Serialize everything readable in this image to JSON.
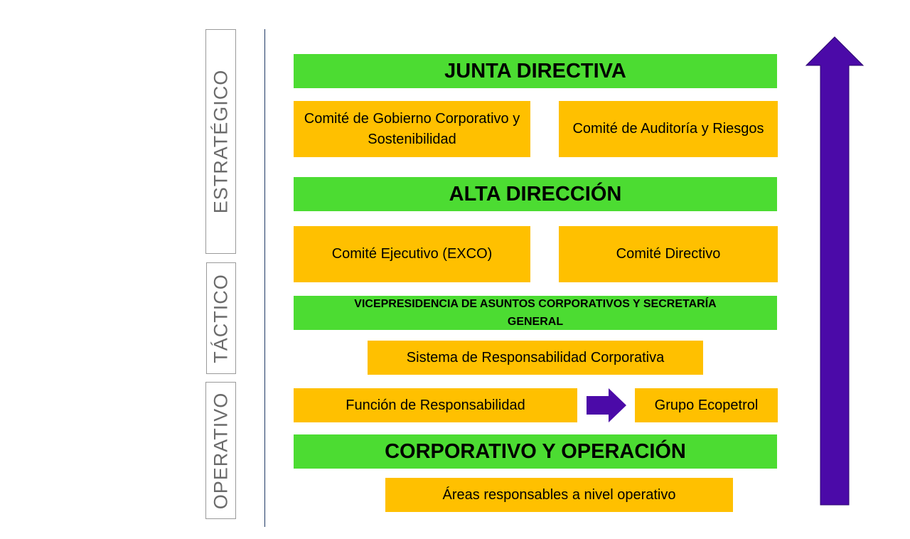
{
  "levels": {
    "estrategico": "ESTRATÉGICO",
    "tactico": "TÁCTICO",
    "operativo": "OPERATIVO"
  },
  "boxes": {
    "junta_directiva": "JUNTA DIRECTIVA",
    "comite_gobierno": "Comité de Gobierno Corporativo y Sostenibilidad",
    "comite_auditoria": "Comité de Auditoría y Riesgos",
    "alta_direccion": "ALTA DIRECCIÓN",
    "comite_ejecutivo": "Comité Ejecutivo (EXCO)",
    "comite_directivo": "Comité Directivo",
    "vicepresidencia": "VICEPRESIDENCIA DE ASUNTOS CORPORATIVOS Y SECRETARÍA GENERAL",
    "sistema": "Sistema de Responsabilidad Corporativa",
    "funcion": "Función de Responsabilidad",
    "grupo": "Grupo Ecopetrol",
    "corporativo_operacion": "CORPORATIVO Y OPERACIÓN",
    "areas": "Áreas responsables a nivel operativo"
  },
  "colors": {
    "green": "#4cdc32",
    "orange": "#ffc000",
    "arrow": "#4b0aa8"
  },
  "icons": {
    "small_arrow": "right-arrow-icon",
    "big_arrow": "up-arrow-icon"
  }
}
